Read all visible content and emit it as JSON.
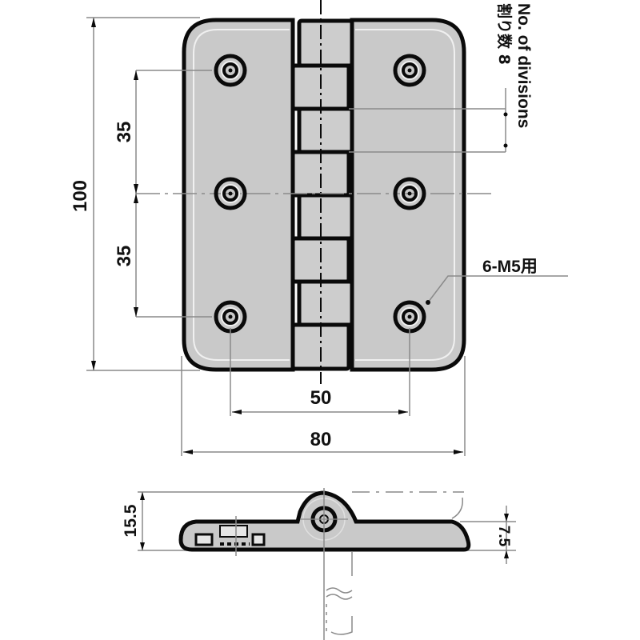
{
  "drawing": {
    "subject": "hinge",
    "colors": {
      "plate_fill": "#c9c9c9",
      "outline": "#0a0a0a",
      "dim_line": "#8a8a8a",
      "background": "#ffffff"
    },
    "front_view": {
      "dimensions": {
        "overall_height": "100",
        "hole_pitch_upper": "35",
        "hole_pitch_lower": "35",
        "hole_spacing_horizontal": "50",
        "overall_width": "80"
      },
      "hole_callout": "6-M5用",
      "divisions_note_jp": "割り数 8",
      "divisions_note_en": "No. of divisions",
      "knuckle_segments": 8,
      "holes": 6
    },
    "side_view": {
      "dimensions": {
        "overall_thickness": "15.5",
        "leaf_thickness": "7.5"
      }
    }
  }
}
